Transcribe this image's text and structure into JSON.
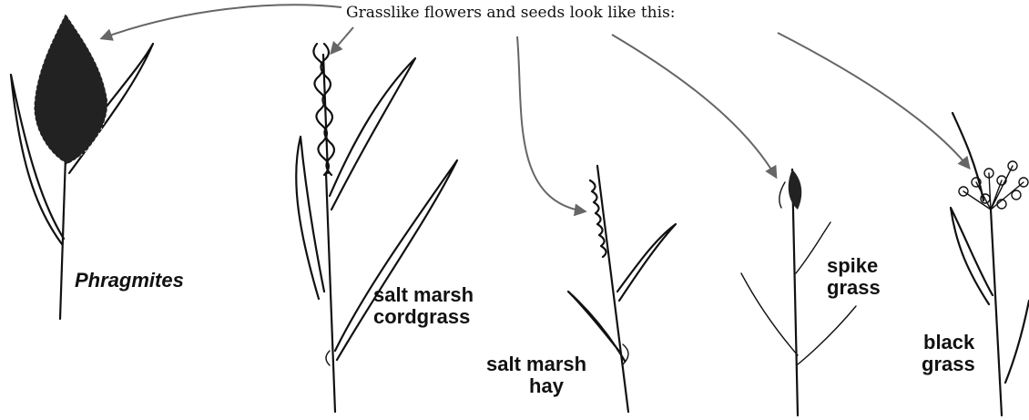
{
  "heading": "Grasslike  flowers and seeds look like this:",
  "plants": [
    {
      "id": "phragmites",
      "label_lines": [
        "Phragmites"
      ],
      "italic": true
    },
    {
      "id": "salt-marsh-cordgrass",
      "label_lines": [
        "salt marsh",
        "cordgrass"
      ]
    },
    {
      "id": "salt-marsh-hay",
      "label_lines": [
        "salt marsh",
        "hay"
      ]
    },
    {
      "id": "spike-grass",
      "label_lines": [
        "spike",
        "grass"
      ]
    },
    {
      "id": "black-grass",
      "label_lines": [
        "black",
        "grass"
      ]
    }
  ]
}
